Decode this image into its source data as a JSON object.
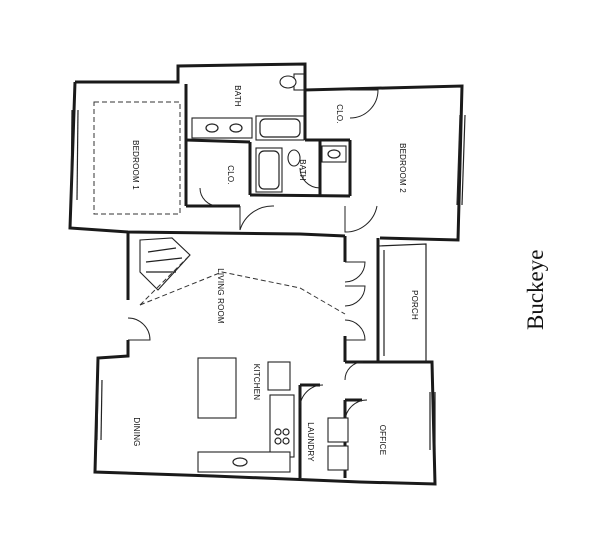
{
  "plan": {
    "name": "Buckeye",
    "rooms": {
      "bedroom1": "BEDROOM 1",
      "bath_top": "BATH",
      "clo_left": "CLO.",
      "clo_right": "CLO.",
      "bath_mid": "BATH",
      "bedroom2": "BEDROOM 2",
      "living": "LIVING ROOM",
      "porch": "PORCH",
      "kitchen": "KITCHEN",
      "dining": "DINING",
      "laundry": "LAUNDRY",
      "office": "OFFICE"
    }
  }
}
